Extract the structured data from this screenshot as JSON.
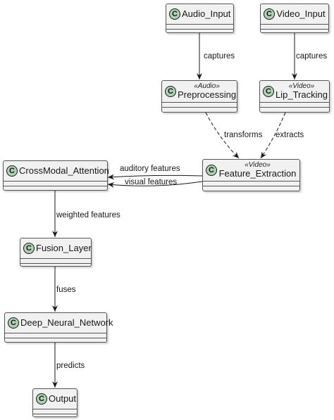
{
  "classes": {
    "audio_input": {
      "name": "Audio_Input",
      "stereotype": ""
    },
    "video_input": {
      "name": "Video_Input",
      "stereotype": ""
    },
    "preprocessing": {
      "name": "Preprocessing",
      "stereotype": "«Audio»"
    },
    "lip_tracking": {
      "name": "Lip_Tracking",
      "stereotype": "«Video»"
    },
    "feature_extraction": {
      "name": "Feature_Extraction",
      "stereotype": "«Video»"
    },
    "crossmodal_attention": {
      "name": "CrossModal_Attention",
      "stereotype": ""
    },
    "fusion_layer": {
      "name": "Fusion_Layer",
      "stereotype": ""
    },
    "deep_neural_network": {
      "name": "Deep_Neural_Network",
      "stereotype": ""
    },
    "output": {
      "name": "Output",
      "stereotype": ""
    }
  },
  "badge_letter": "C",
  "edges": {
    "audio_to_pre": "captures",
    "video_to_lip": "captures",
    "pre_to_fe": "transforms",
    "lip_to_fe": "extracts",
    "fe_to_cma_auditory": "auditory features",
    "fe_to_cma_visual": "visual features",
    "cma_to_fusion": "weighted features",
    "fusion_to_dnn": "fuses",
    "dnn_to_output": "predicts"
  },
  "colors": {
    "badge_fill": "#add1b2",
    "box_fill": "#f1f1f1",
    "line": "#181818"
  }
}
